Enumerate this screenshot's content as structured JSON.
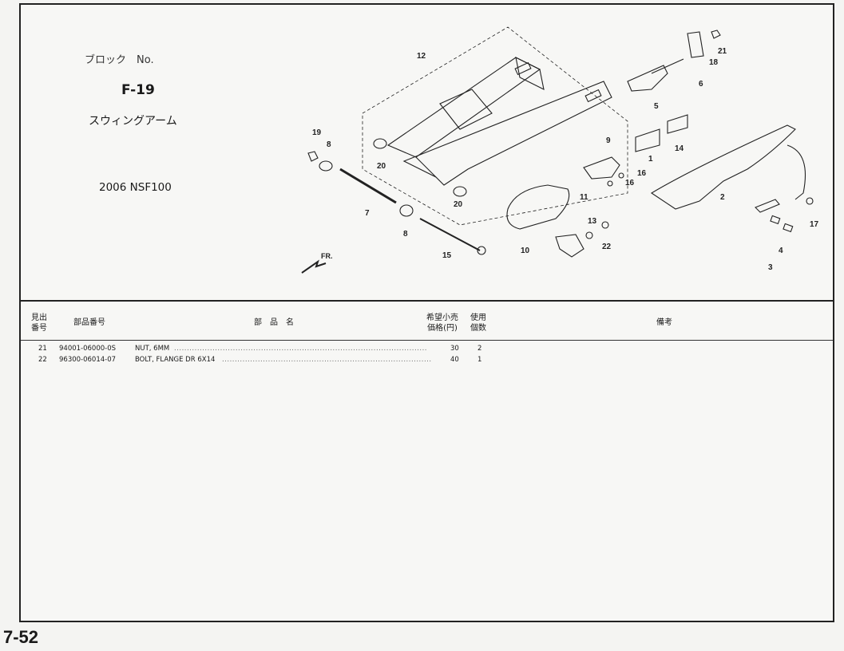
{
  "header": {
    "block_label": "ブロック　No.",
    "block_code": "F-19",
    "block_title": "スウィングアーム",
    "model": "2006 NSF100"
  },
  "diagram": {
    "callouts": [
      "1",
      "2",
      "3",
      "4",
      "5",
      "6",
      "7",
      "8",
      "8",
      "9",
      "10",
      "11",
      "12",
      "13",
      "14",
      "15",
      "16",
      "16",
      "17",
      "18",
      "19",
      "20",
      "20",
      "21",
      "22"
    ],
    "direction_label": "FR."
  },
  "table": {
    "headers": {
      "ref_no_line1": "見出",
      "ref_no_line2": "番号",
      "part_number": "部品番号",
      "part_name": "部　品　名",
      "price_line1": "希望小売",
      "price_line2": "価格(円)",
      "qty_line1": "使用",
      "qty_line2": "個数",
      "remarks": "備考"
    },
    "rows": [
      {
        "ref": "21",
        "part_number": "94001-06000-0S",
        "name": "NUT, 6MM",
        "price": "30",
        "qty": "2"
      },
      {
        "ref": "22",
        "part_number": "96300-06014-07",
        "name": "BOLT, FLANGE DR 6X14",
        "price": "40",
        "qty": "1"
      }
    ]
  },
  "footer": {
    "page_number": "7-52"
  }
}
